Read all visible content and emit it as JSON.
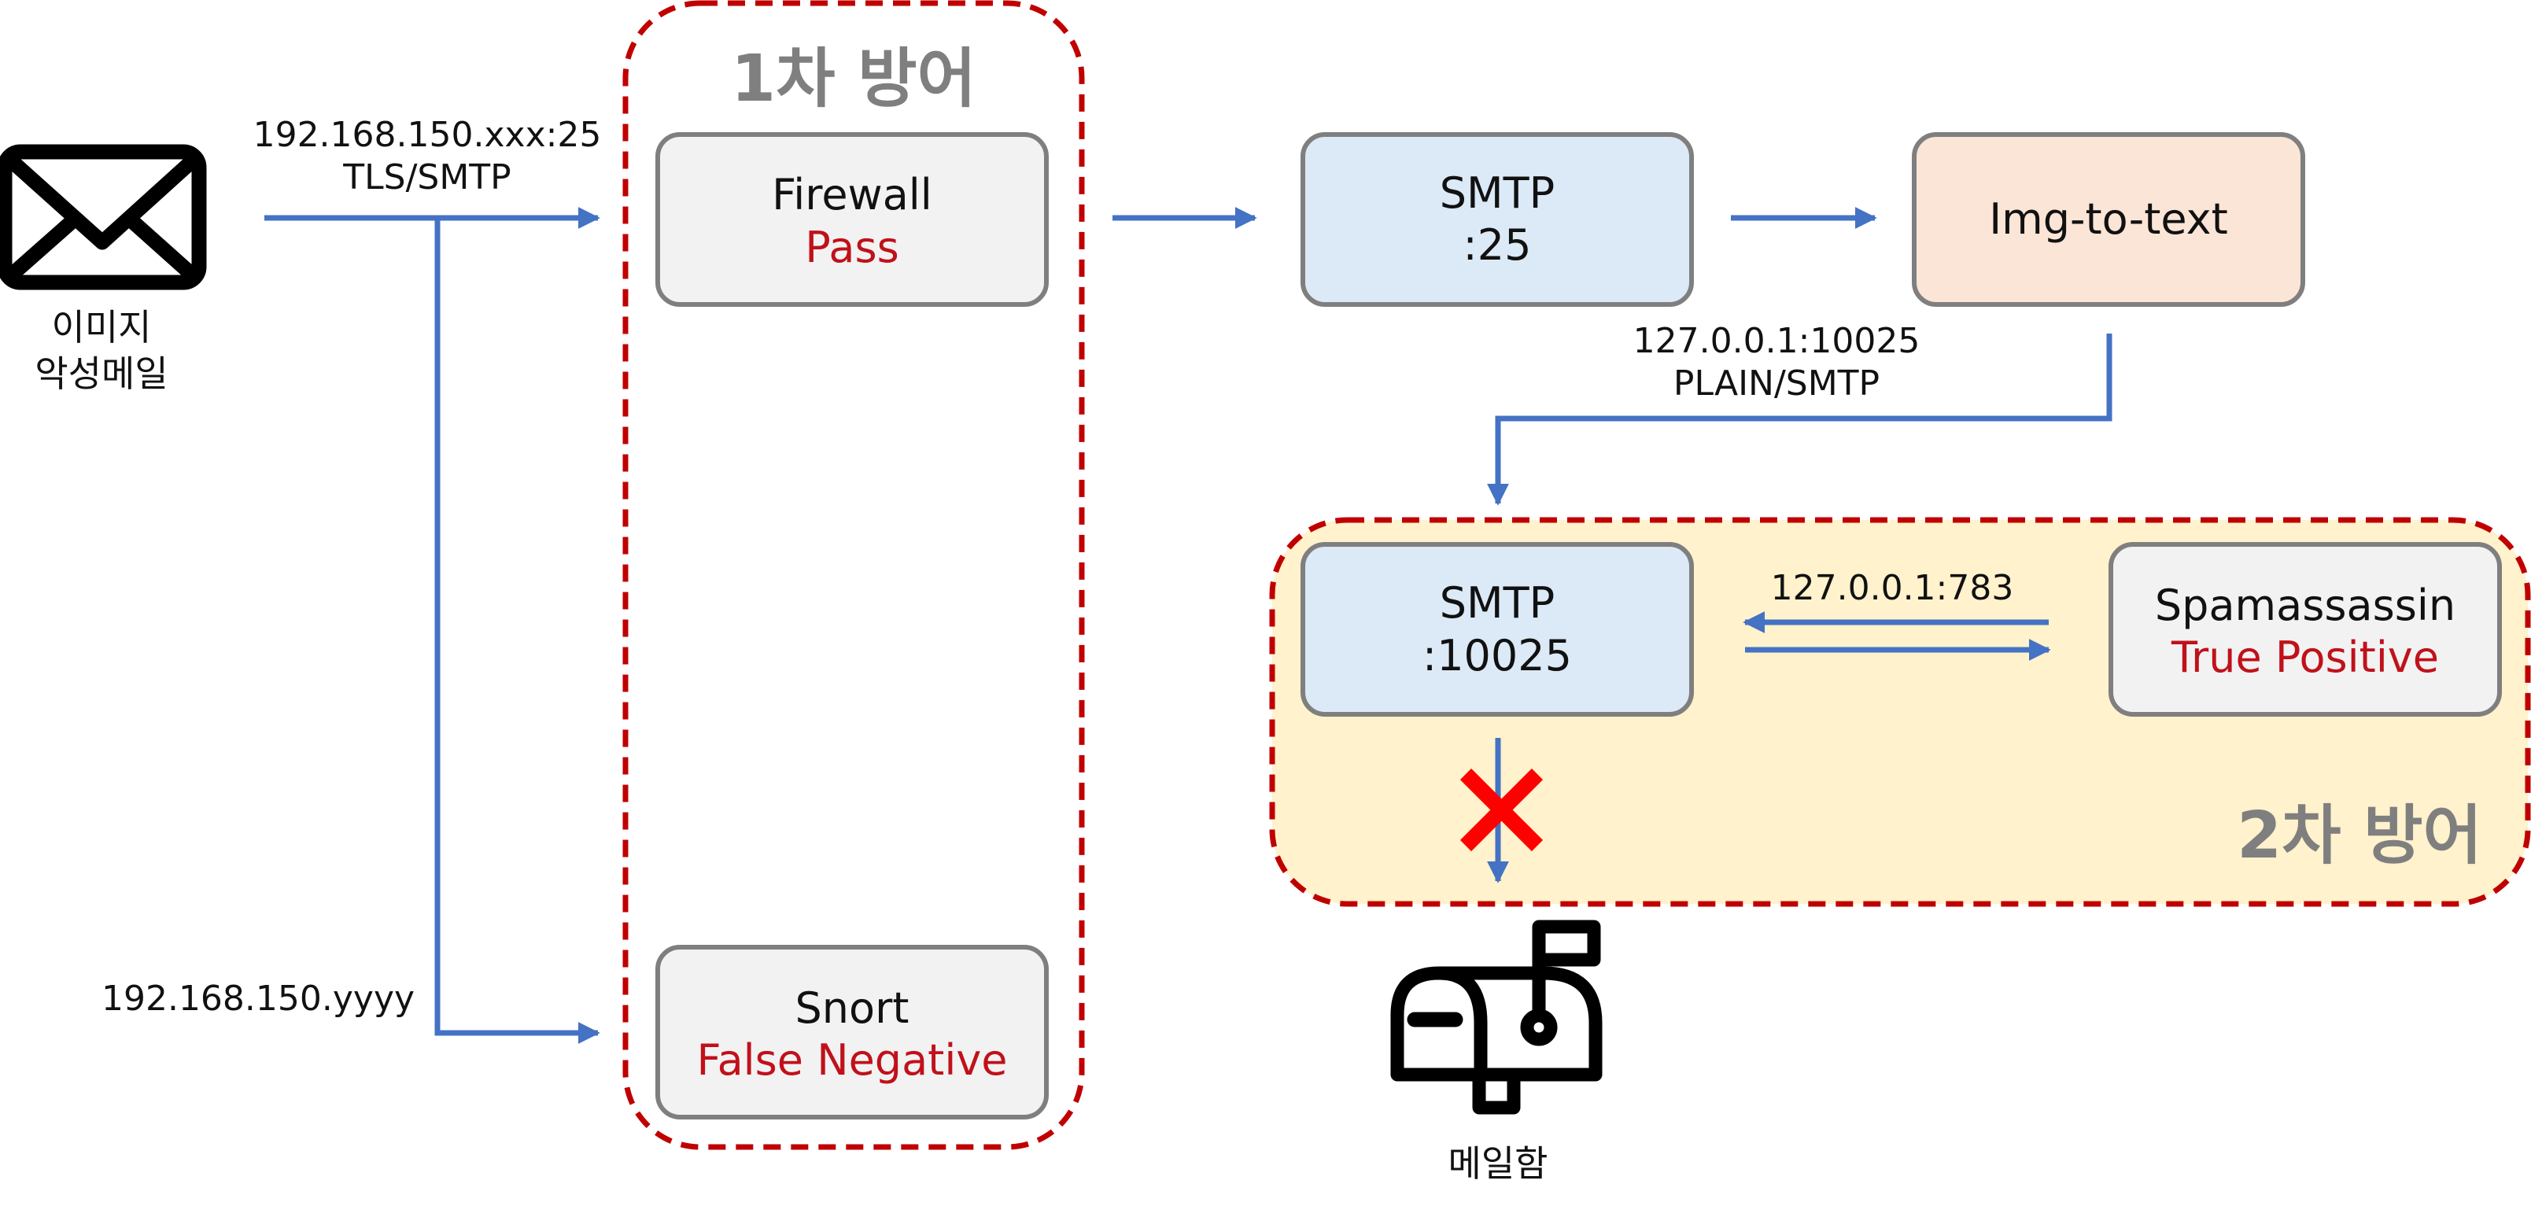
{
  "colors": {
    "arrow": "#4472c4",
    "zone_border": "#c00000",
    "zone2_fill": "#fff2cc",
    "gray_box": "#f2f2f2",
    "blue_box": "#dce9f6",
    "peach_box": "#fbe5d6",
    "box_border": "#7f7f7f",
    "verdict_text": "#c0111a",
    "zone_title": "#7f7f7f",
    "block_mark": "#ff0000"
  },
  "zones": {
    "first_defense": {
      "title": "1차 방어"
    },
    "second_defense": {
      "title": "2차 방어"
    }
  },
  "sender": {
    "icon": "envelope-icon",
    "caption_line1": "이미지",
    "caption_line2": "악성메일"
  },
  "nodes": {
    "firewall": {
      "title": "Firewall",
      "verdict": "Pass"
    },
    "snort": {
      "title": "Snort",
      "verdict": "False Negative"
    },
    "smtp_25": {
      "title": "SMTP",
      "port": ":25"
    },
    "img_to_text": {
      "title": "Img-to-text"
    },
    "smtp_10025": {
      "title": "SMTP",
      "port": ":10025"
    },
    "spamassassin": {
      "title": "Spamassassin",
      "verdict": "True Positive"
    }
  },
  "edges": {
    "to_firewall": {
      "line1": "192.168.150.xxx:25",
      "line2": "TLS/SMTP"
    },
    "to_snort": {
      "label": "192.168.150.yyyy"
    },
    "to_smtp_10025": {
      "line1": "127.0.0.1:10025",
      "line2": "PLAIN/SMTP"
    },
    "spamassassin_link": {
      "label": "127.0.0.1:783"
    },
    "to_mailbox": {
      "status": "blocked",
      "icon": "block-x-icon"
    }
  },
  "mailbox": {
    "icon": "mailbox-icon",
    "caption": "메일함"
  }
}
